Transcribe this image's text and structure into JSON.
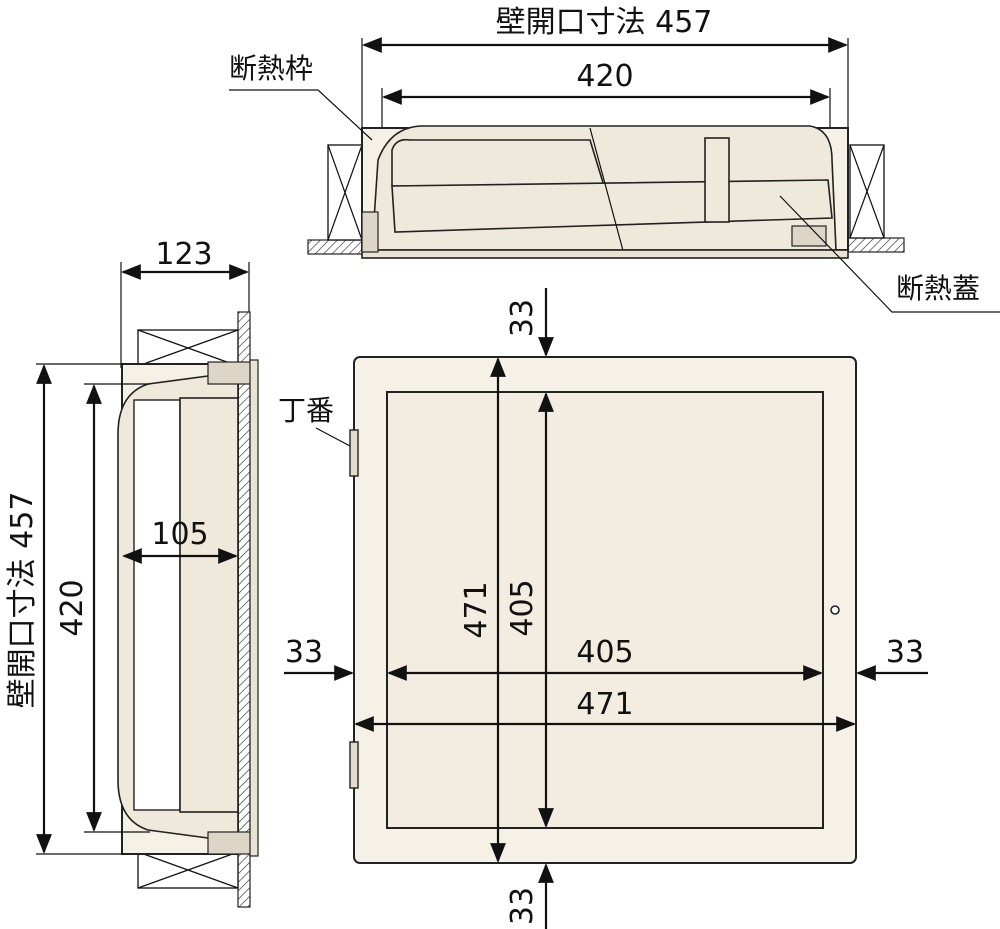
{
  "top_view": {
    "wall_opening_label": "壁開口寸法 457",
    "inner_width_label": "420",
    "frame_callout": "断熱枠",
    "lid_callout": "断熱蓋"
  },
  "side_view": {
    "depth_label": "123",
    "inner_depth_label": "105",
    "wall_opening_label": "壁開口寸法 457",
    "inner_height_label": "420"
  },
  "front_view": {
    "hinge_callout": "丁番",
    "top_margin": "33",
    "bottom_margin": "33",
    "left_margin": "33",
    "right_margin": "33",
    "inner_width": "405",
    "outer_width": "471",
    "inner_height": "405",
    "outer_height": "471"
  }
}
